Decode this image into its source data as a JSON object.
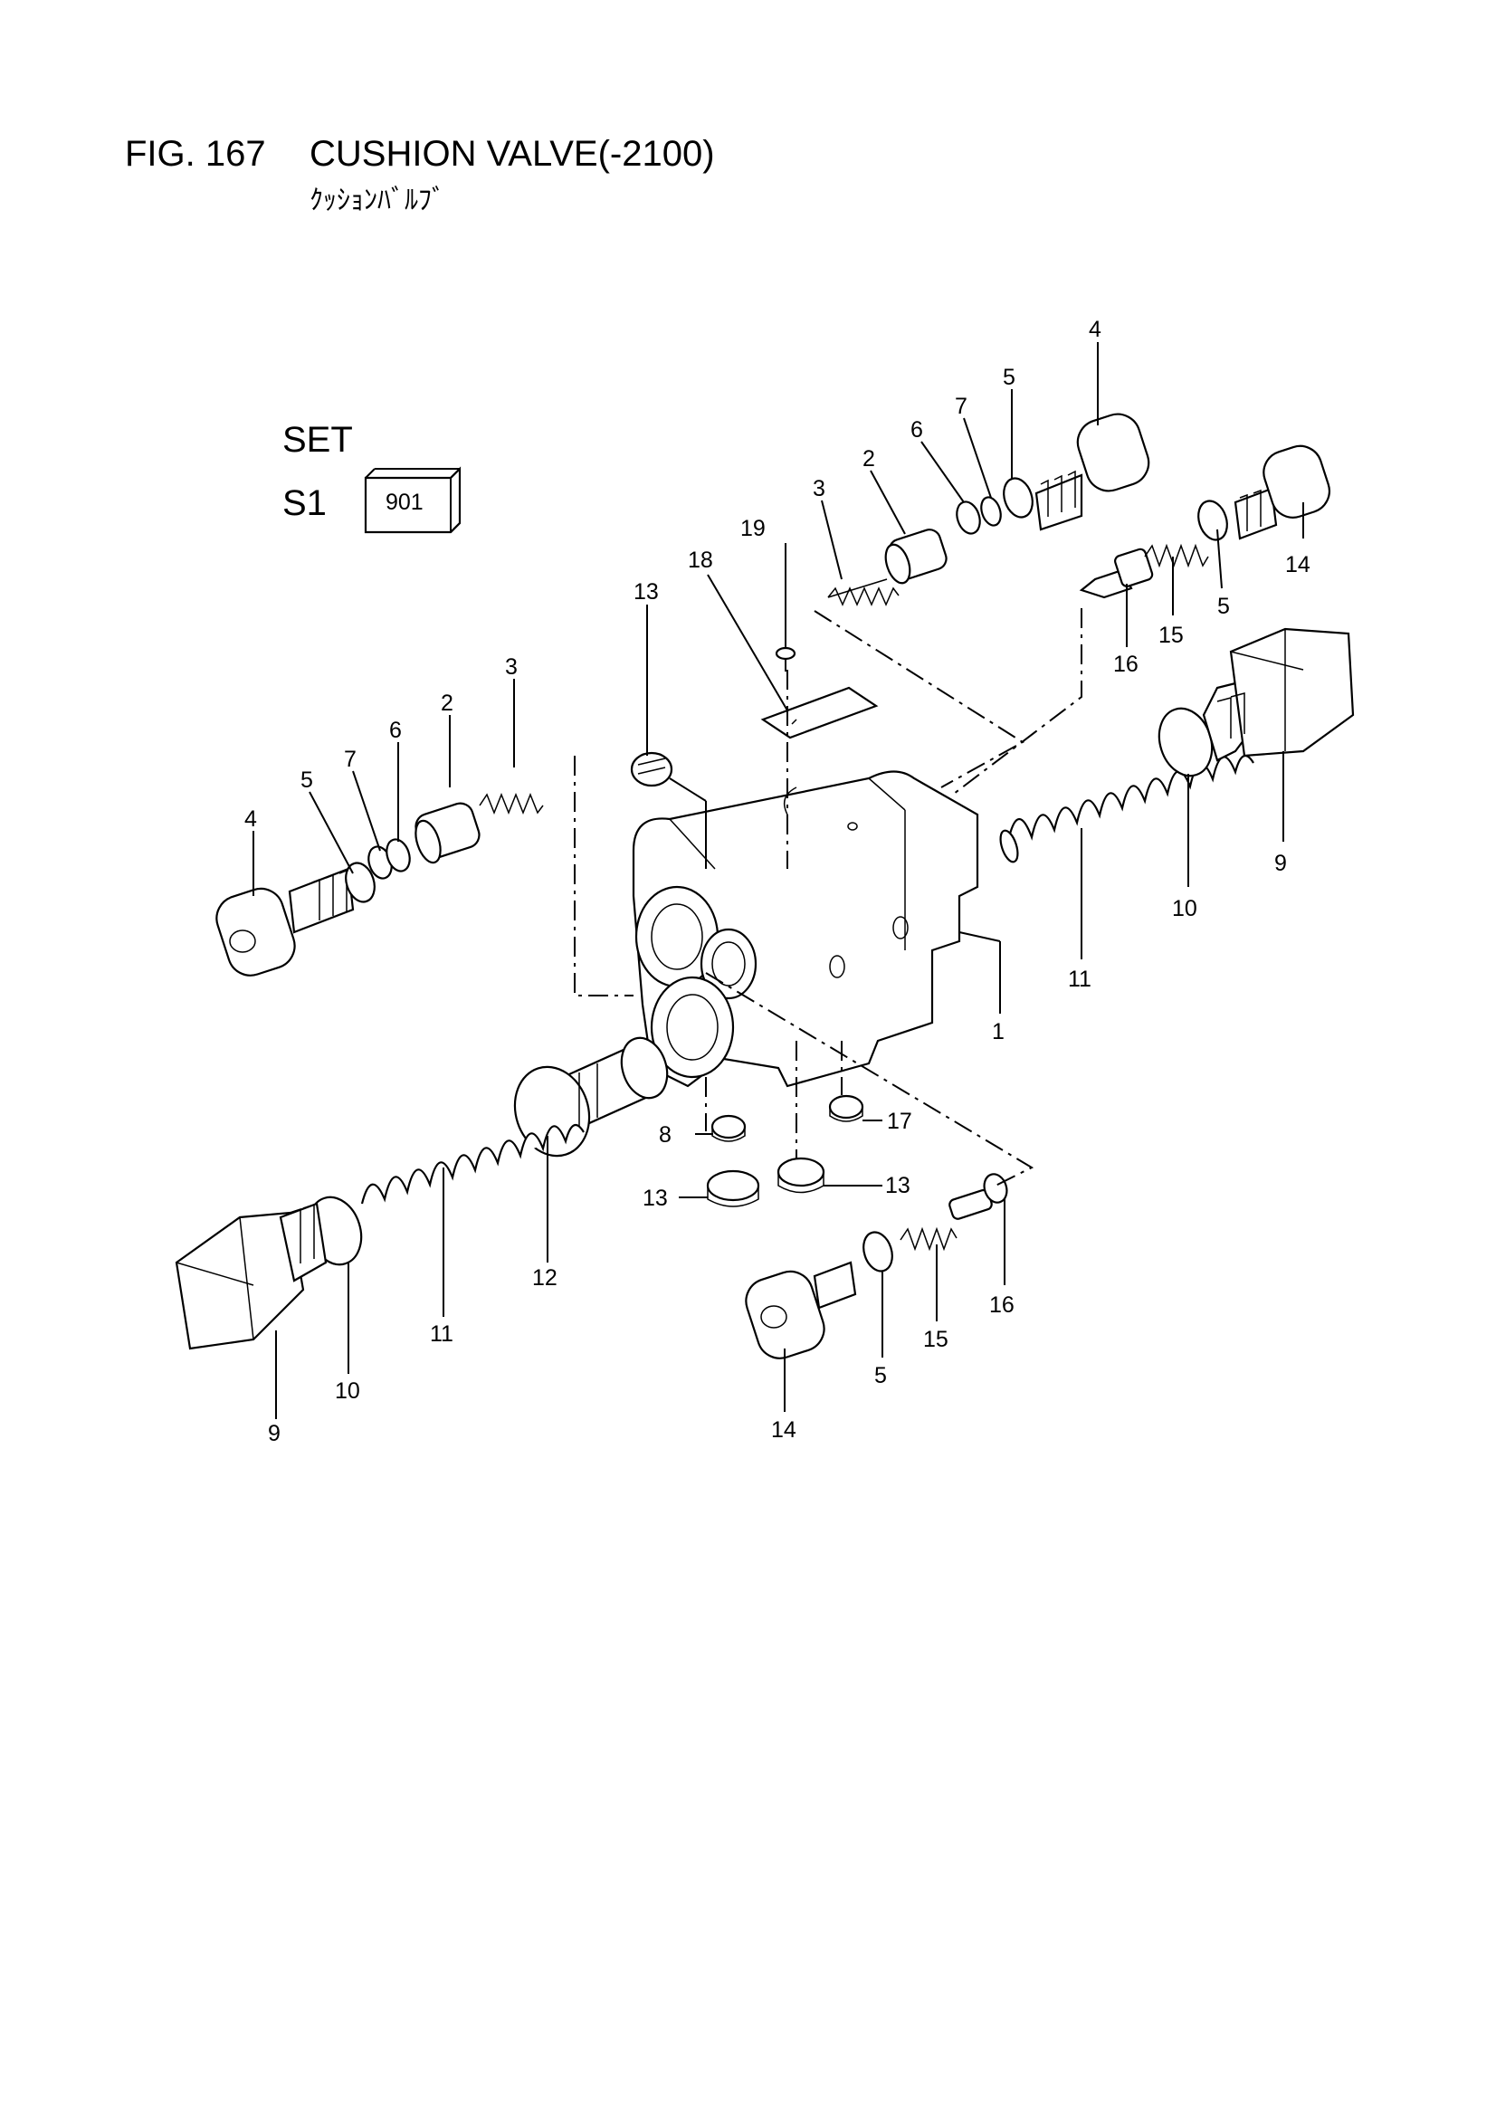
{
  "figure": {
    "number": "FIG. 167",
    "name": "CUSHION VALVE(-2100)",
    "name_jp": "ｸｯｼｮﾝﾊﾞﾙﾌﾞ"
  },
  "set": {
    "label": "SET",
    "code_label": "S1",
    "code_value": "901"
  },
  "callouts": {
    "c4_top": "4",
    "c5_top": "5",
    "c7_top": "7",
    "c6_top": "6",
    "c2_top": "2",
    "c3_top": "3",
    "c19": "19",
    "c18": "18",
    "c13_upper": "13",
    "c14_right": "14",
    "c5_right": "5",
    "c15_right": "15",
    "c16_right": "16",
    "c9_right": "9",
    "c10_right": "10",
    "c11_right": "11",
    "c1": "1",
    "c3_left": "3",
    "c2_left": "2",
    "c6_left": "6",
    "c7_left": "7",
    "c5_left": "5",
    "c4_left": "4",
    "c8": "8",
    "c17": "17",
    "c13_mid": "13",
    "c13_left": "13",
    "c12": "12",
    "c11_left": "11",
    "c10_left": "10",
    "c9_left": "9",
    "c16_bottom": "16",
    "c15_bottom": "15",
    "c5_bottom": "5",
    "c14_bottom": "14"
  }
}
